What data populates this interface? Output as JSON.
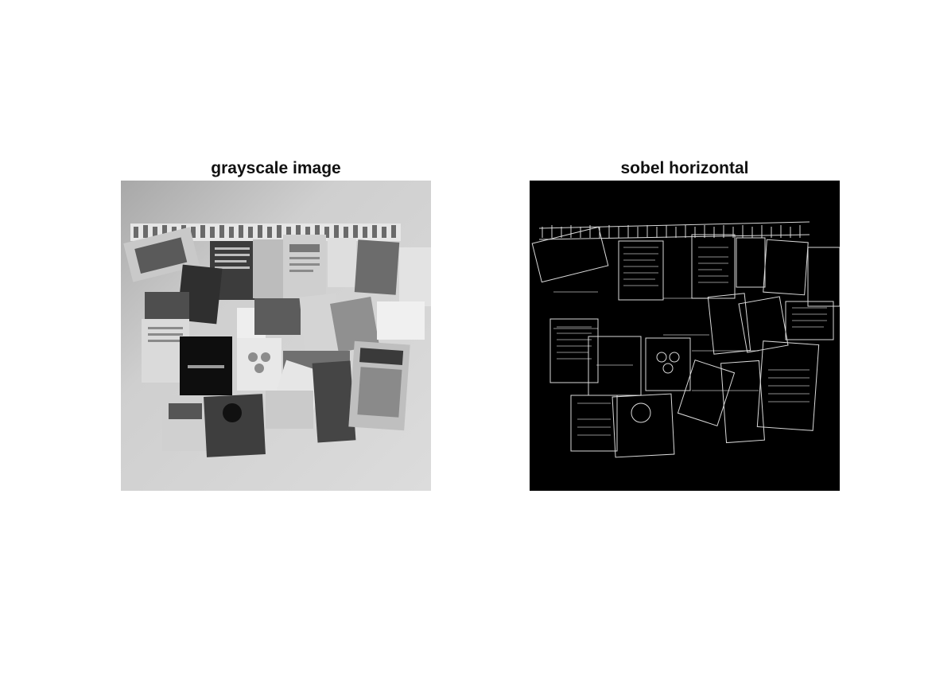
{
  "figure": {
    "background": "#ffffff",
    "panels": [
      {
        "title": "grayscale image",
        "content": "grayscale photo of a bulletin board covered with posters and flyers on a light wall"
      },
      {
        "title": "sobel horizontal",
        "content": "sobel horizontal edge response of the same bulletin board, white edges on black"
      }
    ]
  },
  "colors": {
    "wall_light": "#d8d8d8",
    "wall_shadow": "#a9a9a9",
    "edge_bg": "#000000",
    "edge_line": "#ffffff"
  }
}
